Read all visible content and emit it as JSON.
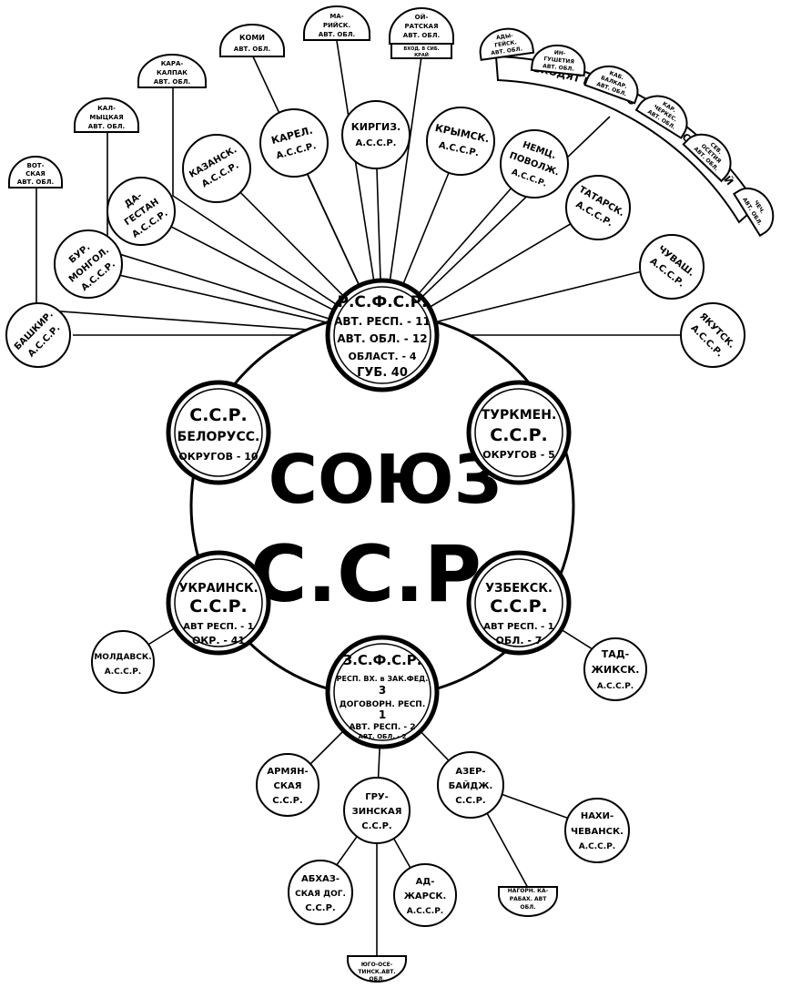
{
  "center": {
    "line1": "СОЮЗ",
    "line2": "С.С.Р."
  },
  "rsfsr": {
    "title": "Р.С.Ф.С.Р.",
    "l1": "АВТ. РЕСП. - 11",
    "l2": "АВТ. ОБЛ. - 12",
    "l3": "ОБЛАСТ. - 4",
    "l4": "ГУБ. 40"
  },
  "belorus": {
    "l1": "С.С.Р.",
    "l2": "БЕЛОРУСС.",
    "l3": "ОКРУГОВ - 10"
  },
  "turkmen": {
    "l1": "ТУРКМЕН.",
    "l2": "С.С.Р.",
    "l3": "ОКРУГОВ - 5"
  },
  "ukraine": {
    "l1": "УКРАИНСК.",
    "l2": "С.С.Р.",
    "l3": "АВТ РЕСП. - 1",
    "l4": "ОКР. - 41"
  },
  "uzbek": {
    "l1": "УЗБЕКСК.",
    "l2": "С.С.Р.",
    "l3": "АВТ РЕСП. - 1",
    "l4": "ОБЛ. - 7"
  },
  "zsfsr": {
    "l1": "З.С.Ф.С.Р.",
    "l2": "РЕСП. ВХ. в ЗАК.ФЕД.",
    "l3": "3",
    "l4": "ДОГОВОРН. РЕСП.",
    "l5": "1",
    "l6": "АВТ. РЕСП. - 2",
    "l7": "АВТ. ОБЛ. - 2"
  },
  "ssr_children": {
    "moldav": {
      "l1": "МОЛДАВСК.",
      "l2": "А.С.С.Р."
    },
    "tadzhik": {
      "l1": "ТАД-",
      "l2": "ЖИКСК.",
      "l3": "А.С.С.Р."
    }
  },
  "zak_children": {
    "armen": {
      "l1": "АРМЯН-",
      "l2": "СКАЯ",
      "l3": "С.С.Р."
    },
    "gruz": {
      "l1": "ГРУ-",
      "l2": "ЗИНСКАЯ",
      "l3": "С.С.Р."
    },
    "azer": {
      "l1": "АЗЕР-",
      "l2": "БАЙДЖ.",
      "l3": "С.С.Р."
    },
    "nakhich": {
      "l1": "НАХИ-",
      "l2": "ЧЕВАНСК.",
      "l3": "А.С.С.Р."
    },
    "abkhaz": {
      "l1": "АБХАЗ-",
      "l2": "СКАЯ ДОГ.",
      "l3": "С.С.Р."
    },
    "adzhar": {
      "l1": "АД-",
      "l2": "ЖАРСК.",
      "l3": "А.С.С.Р."
    },
    "nagorn": {
      "l1": "НАГОРН. КА-",
      "l2": "РАБАХ. АВТ",
      "l3": "ОБЛ."
    },
    "yugoos": {
      "l1": "ЮГО-ОСЕ-",
      "l2": "ТИНСК.АВТ.",
      "l3": "ОБЛ."
    }
  },
  "rsfsr_asr": {
    "bashkir": {
      "l1": "БАШКИР.",
      "l2": "А.С.С.Р."
    },
    "burmong": {
      "l1": "БУР.",
      "l2": "МОНГОЛ.",
      "l3": "А.С.С.Р."
    },
    "dagestan": {
      "l1": "ДА-",
      "l2": "ГЕСТАН",
      "l3": "А.С.С.Р."
    },
    "kazan": {
      "l1": "КАЗАНСК.",
      "l2": "А.С.С.Р."
    },
    "karel": {
      "l1": "КАРЕЛ.",
      "l2": "А.С.С.Р."
    },
    "kirgiz": {
      "l1": "КИРГИЗ.",
      "l2": "А.С.С.Р."
    },
    "krym": {
      "l1": "КРЫМСК.",
      "l2": "А.С.С.Р."
    },
    "nemc": {
      "l1": "НЕМЦ.",
      "l2": "ПОВОЛЖ.",
      "l3": "А.С.С.Р."
    },
    "tatar": {
      "l1": "ТАТАРСК.",
      "l2": "А.С.С.Р."
    },
    "chuvash": {
      "l1": "ЧУВАШ.",
      "l2": "А.С.С.Р."
    },
    "yakut": {
      "l1": "ЯКУТСК.",
      "l2": "А.С.С.Р."
    }
  },
  "rsfsr_ao": {
    "votsk": {
      "l1": "ВОТ-",
      "l2": "СКАЯ",
      "l3": "АВТ. ОБЛ."
    },
    "kalmyk": {
      "l1": "КАЛ-",
      "l2": "МЫЦКАЯ",
      "l3": "АВТ. ОБЛ."
    },
    "karakalpak": {
      "l1": "КАРА-",
      "l2": "КАЛПАК",
      "l3": "АВТ. ОБЛ."
    },
    "komi": {
      "l1": "КОМИ",
      "l2": "АВТ. ОБЛ."
    },
    "mariysk": {
      "l1": "МА-",
      "l2": "РИЙСК.",
      "l3": "АВТ. ОБЛ."
    },
    "oyrat": {
      "l1": "ОЙ-",
      "l2": "РАТСКАЯ",
      "l3": "АВТ. ОБЛ.",
      "l4": "ВХОД. В СИБ.",
      "l5": "КРАЙ"
    }
  },
  "north_caucasus": {
    "band": "ВХОДЯТ В СЕВЕРО - КАВКАЗСКИЙ КРАЙ",
    "adygey": {
      "l1": "АДЫ-",
      "l2": "ГЕЙСК.",
      "l3": "АВТ. ОБЛ."
    },
    "ingush": {
      "l1": "ИН-",
      "l2": "ГУШЕТИЯ",
      "l3": "АВТ. ОБЛ."
    },
    "kabbalk": {
      "l1": "КАБ.",
      "l2": "БАЛКАР.",
      "l3": "АВТ. ОБЛ."
    },
    "karachay": {
      "l1": "КАР.",
      "l2": "ЧЕРКЕС.",
      "l3": "АВТ. ОБЛ."
    },
    "sevoset": {
      "l1": "СЕВ.",
      "l2": "ОСЕТИЯ",
      "l3": "АВТ. ОБЛ."
    },
    "chechen": {
      "l1": "ЧЕЧ.",
      "l2": "АВТ. ОБЛ."
    }
  }
}
